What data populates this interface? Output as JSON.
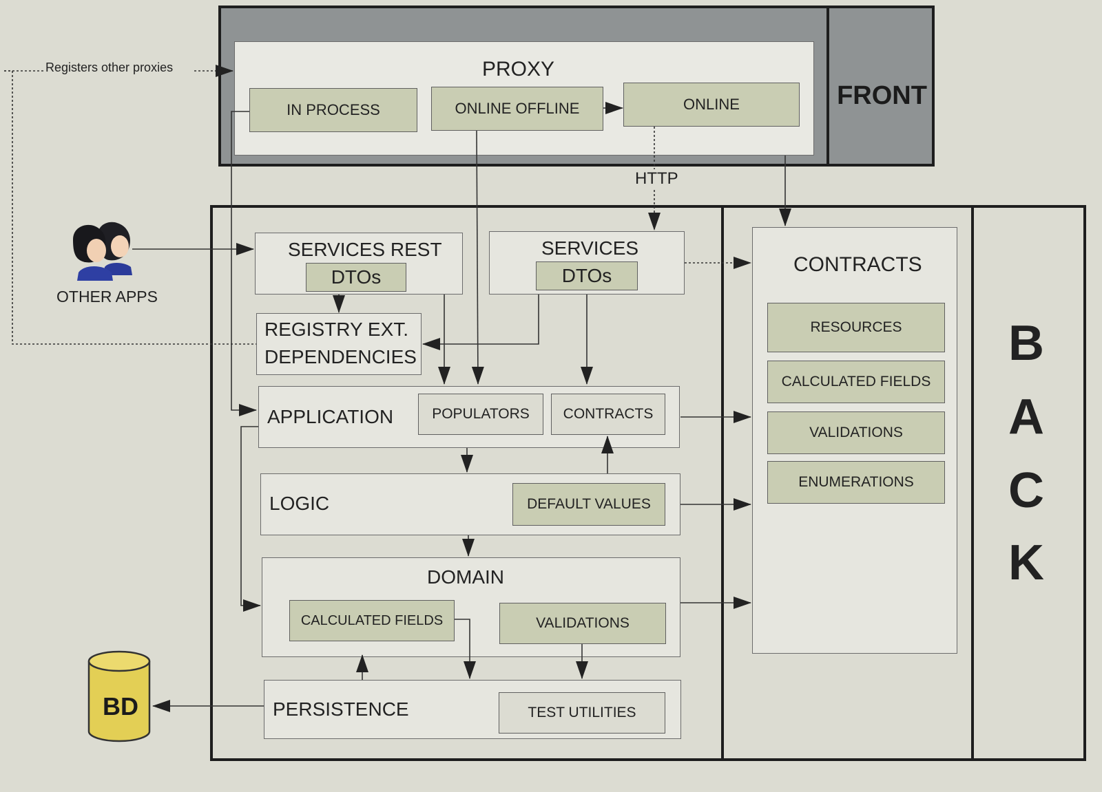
{
  "front": {
    "proxy_title": "PROXY",
    "in_process": "IN PROCESS",
    "online_offline": "ONLINE OFFLINE",
    "online": "ONLINE",
    "front_label": "FRONT",
    "registers_note": "Registers other proxies",
    "http_label": "HTTP"
  },
  "actors": {
    "other_apps": "OTHER APPS",
    "db": "BD"
  },
  "back": {
    "back_letters": [
      "B",
      "A",
      "C",
      "K"
    ],
    "services_rest": "SERVICES REST",
    "services_rest_dtos": "DTOs",
    "services": "SERVICES",
    "services_dtos": "DTOs",
    "registry_line1": "REGISTRY EXT.",
    "registry_line2": "DEPENDENCIES",
    "application": "APPLICATION",
    "populators": "POPULATORS",
    "app_contracts": "CONTRACTS",
    "logic": "LOGIC",
    "default_values": "DEFAULT VALUES",
    "domain": "DOMAIN",
    "domain_calculated_fields": "CALCULATED FIELDS",
    "domain_validations": "VALIDATIONS",
    "persistence": "PERSISTENCE",
    "test_utilities": "TEST UTILITIES"
  },
  "contracts_panel": {
    "title": "CONTRACTS",
    "items": [
      "RESOURCES",
      "CALCULATED FIELDS",
      "VALIDATIONS",
      "ENUMERATIONS"
    ]
  },
  "colors": {
    "background": "#dcdcd2",
    "green_box": "#c9cdb3",
    "front_frame": "#8f9394",
    "db_yellow": "#e3cf55"
  }
}
